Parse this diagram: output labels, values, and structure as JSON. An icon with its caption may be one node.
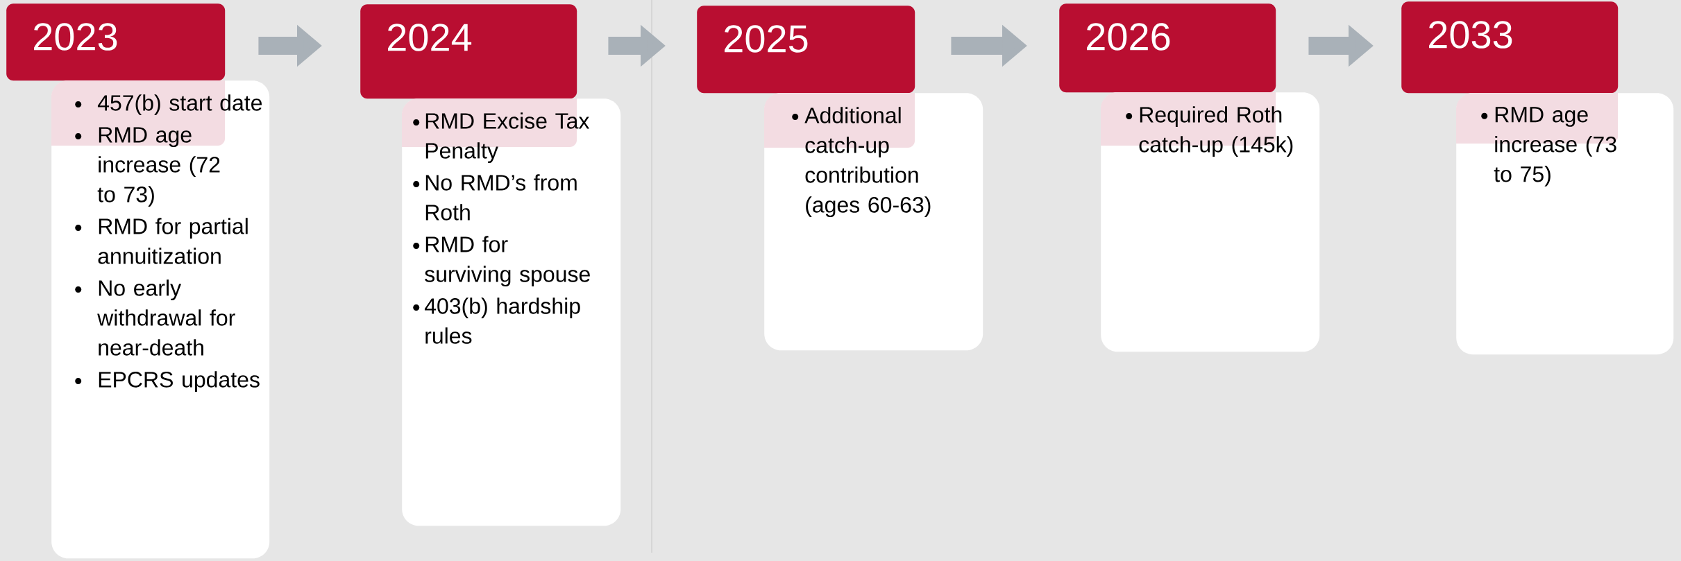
{
  "diagram": {
    "nodes": [
      {
        "text": [
          "2023"
        ]
      },
      {
        "text": [
          "457(b) start date",
          "RMD age increase (72 to 73)",
          "RMD for partial annuitization",
          "No early withdrawal for near-death",
          "EPCRS updates"
        ]
      },
      {
        "text": [
          "2024"
        ]
      },
      {
        "text": [
          "RMD Excise Tax Penalty",
          "No RMD’s from Roth",
          "RMD for surviving spouse",
          "403(b) hardship rules"
        ]
      },
      {
        "text": [
          "2025"
        ]
      },
      {
        "text": [
          "Additional catch-up contribution (ages 60-63)"
        ]
      },
      {
        "text": [
          "2026"
        ]
      },
      {
        "text": [
          "Required Roth catch-up (145k)"
        ]
      },
      {
        "text": [
          "2033"
        ]
      },
      {
        "text": [
          "RMD age increase (73 to 75)"
        ]
      }
    ],
    "edges": [
      {
        "from": 0,
        "to": 2,
        "arrow": "to"
      },
      {
        "from": 2,
        "to": 4,
        "arrow": "to"
      },
      {
        "from": 4,
        "to": 6,
        "arrow": "to"
      },
      {
        "from": 6,
        "to": 8,
        "arrow": "to"
      }
    ]
  }
}
